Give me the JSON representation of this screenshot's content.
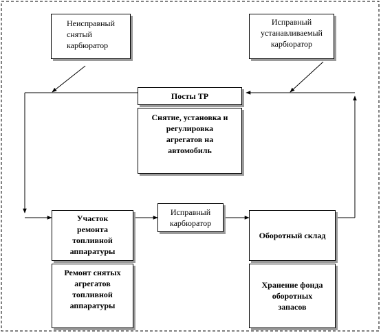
{
  "boxes": {
    "faulty_carb": "Неисправный\nснятый\nкарбюратор",
    "good_install_carb": "Исправный\nустанавливаемый\nкарбюратор",
    "tr_posts": "Посты ТР",
    "tr_posts_desc": "Снятие, установка и\nрегулировка\nагрегатов на\nавтомобиль",
    "fuel_section": "Участок\nремонта\nтопливной\nаппаратуры",
    "fuel_section_desc": "Ремонт снятых\nагрегатов\nтопливной\nаппаратуры",
    "good_carb": "Исправный\nкарбюратор",
    "warehouse": "Оборотный склад",
    "warehouse_desc": "Хранение фонда\nоборотных\nзапасов"
  }
}
